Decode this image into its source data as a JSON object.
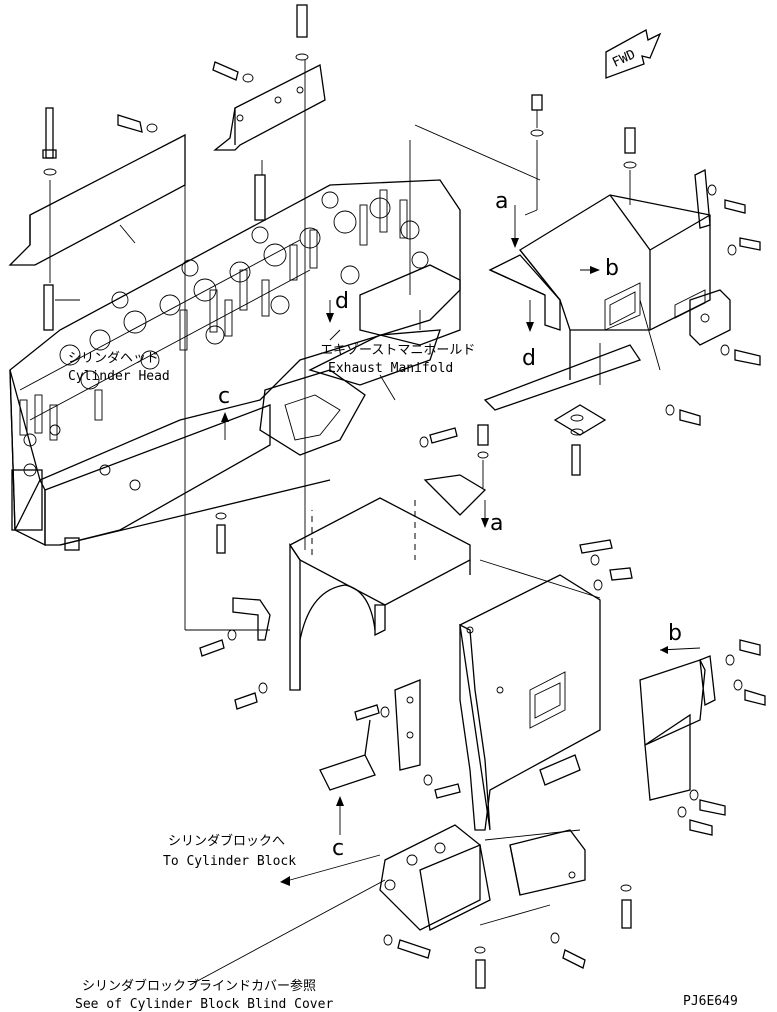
{
  "labels": {
    "fwd": "FWD",
    "cyl_head_jp": "シリンダヘッド",
    "cyl_head_en": "Cylinder Head",
    "exhaust_jp": "エキゾーストマニホールド",
    "exhaust_en": "Exhaust Manifold",
    "block_jp": "シリンダブロックへ",
    "block_en": "To Cylinder Block",
    "blind_jp": "シリンダブロックブラインドカバー参照",
    "blind_en": "See of Cylinder Block Blind Cover",
    "code": "PJ6E649"
  },
  "refs": {
    "a1": "a",
    "a2": "a",
    "b1": "b",
    "b2": "b",
    "c1": "c",
    "c2": "c",
    "d1": "d",
    "d2": "d"
  }
}
